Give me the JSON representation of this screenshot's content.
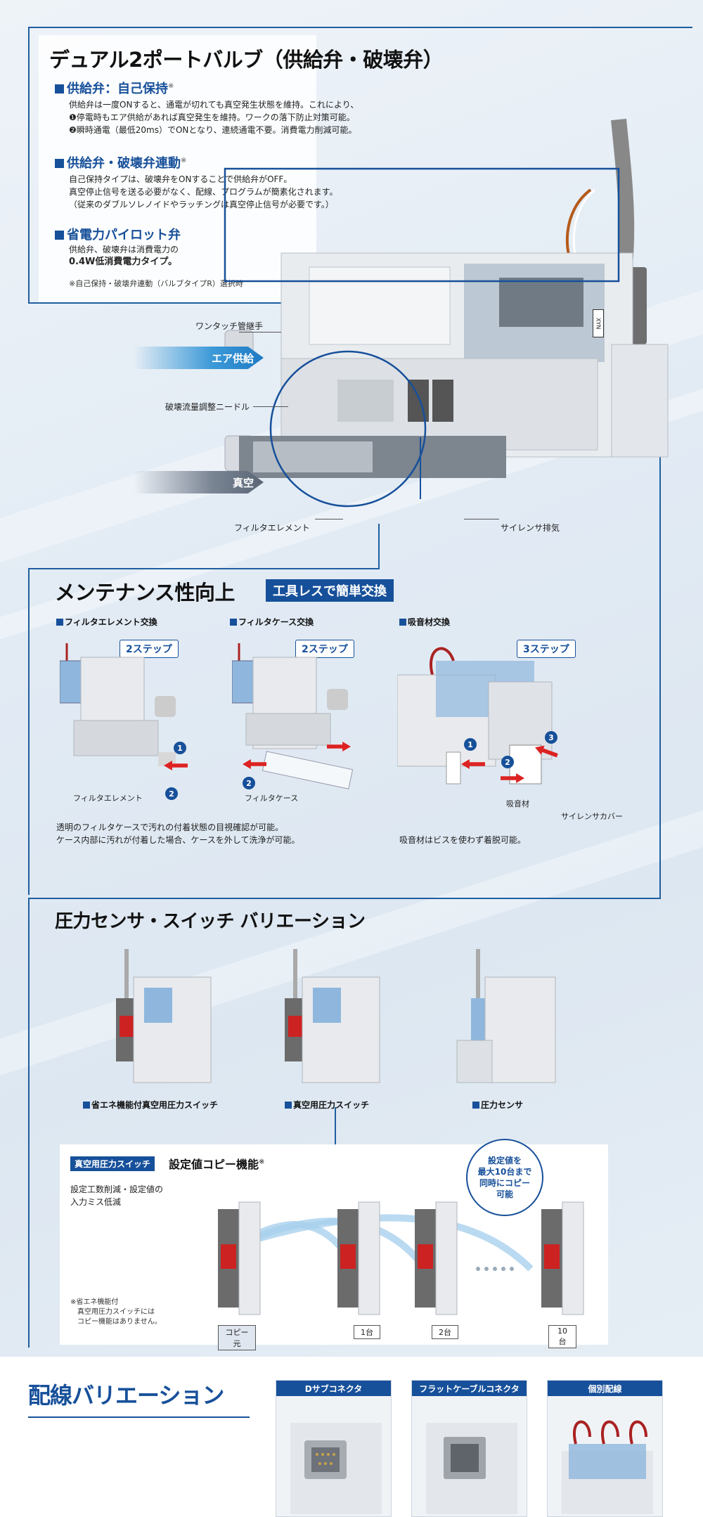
{
  "colors": {
    "brand": "#17509a",
    "accent_air": "#3d9ad8",
    "arrow_red": "#d22222"
  },
  "section1": {
    "title": "デュアル2ポートバルブ（供給弁・破壊弁）",
    "sub1": {
      "heading": "供給弁：自己保持",
      "note_mark": "※",
      "lines": [
        "供給弁は一度ONすると、通電が切れても真空発生状態を維持。これにより、",
        "❶停電時もエア供給があれば真空発生を維持。ワークの落下防止対策可能。",
        "❷瞬時通電（最低20ms）でONとなり、連続通電不要。消費電力削減可能。"
      ]
    },
    "sub2": {
      "heading": "供給弁・破壊弁連動",
      "note_mark": "※",
      "lines": [
        "自己保持タイプは、破壊弁をONすることで供給弁がOFF。",
        "真空停止信号を送る必要がなく、配線、プログラムが簡素化されます。",
        "（従来のダブルソレノイドやラッチングは真空停止信号が必要です。）"
      ]
    },
    "sub3": {
      "heading": "省電力パイロット弁",
      "lines": [
        "供給弁、破壊弁は消費電力の",
        "0.4W低消費電力タイプ。"
      ]
    },
    "footnote": "※自己保持・破壊弁連動（バルブタイプR）選択時",
    "callouts": {
      "fitting": "ワンタッチ管継手",
      "needle": "破壊流量調整ニードル",
      "filter": "フィルタエレメント",
      "silencer": "サイレンサ排気"
    },
    "badges": {
      "air": "エア供給",
      "vacuum": "真空"
    },
    "model_label": "XYN"
  },
  "section2": {
    "title": "メンテナンス性向上",
    "tag": "工具レスで簡単交換",
    "items": [
      {
        "label": "フィルタエレメント交換",
        "steps": "2ステップ",
        "caption": "フィルタエレメント"
      },
      {
        "label": "フィルタケース交換",
        "steps": "2ステップ",
        "caption": "フィルタケース"
      },
      {
        "label": "吸音材交換",
        "steps": "3ステップ",
        "caption_a": "吸音材",
        "caption_b": "サイレンサカバー"
      }
    ],
    "desc_left": [
      "透明のフィルタケースで汚れの付着状態の目視確認が可能。",
      "ケース内部に汚れが付着した場合、ケースを外して洗浄が可能。"
    ],
    "desc_right": "吸音材はビスを使わず着脱可能。",
    "nums": [
      "1",
      "2",
      "3"
    ]
  },
  "section3": {
    "title": "圧力センサ・スイッチ バリエーション",
    "variants": [
      "省エネ機能付真空用圧力スイッチ",
      "真空用圧力スイッチ",
      "圧力センサ"
    ],
    "copy": {
      "tag": "真空用圧力スイッチ",
      "title": "設定値コピー機能",
      "note_mark": "※",
      "desc": [
        "設定工数削減・設定値の",
        "入力ミス低減"
      ],
      "bubble": [
        "設定値を",
        "最大10台まで",
        "同時にコピー",
        "可能"
      ],
      "units": [
        "コピー元",
        "1台",
        "2台",
        "10台"
      ],
      "footnote": [
        "※省エネ機能付",
        "真空用圧力スイッチには",
        "コピー機能はありません。"
      ]
    }
  },
  "section4": {
    "title": "配線バリエーション",
    "cards": [
      "Dサブコネクタ",
      "フラットケーブルコネクタ",
      "個別配線"
    ]
  }
}
